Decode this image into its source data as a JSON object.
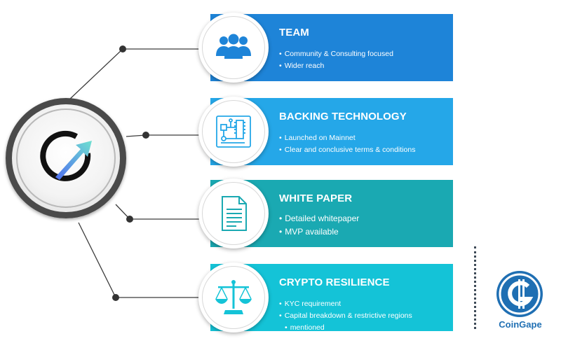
{
  "colors": {
    "team": "#1e84d8",
    "backing": "#25a7e8",
    "whitepaper": "#1aa9b2",
    "resilience": "#14c3d7",
    "connector": "#3c3c3c",
    "hub_border": "#4a4a4a",
    "brand": "#1f6fb3"
  },
  "cards": [
    {
      "title": "TEAM",
      "icon": "team-icon",
      "bullets": [
        "Community & Consulting focused",
        "Wider reach"
      ]
    },
    {
      "title": "BACKING TECHNOLOGY",
      "icon": "circuit-board-icon",
      "bullets": [
        "Launched on Mainnet",
        "Clear and conclusive terms & conditions"
      ]
    },
    {
      "title": "WHITE PAPER",
      "icon": "document-icon",
      "bullets": [
        "Detailed whitepaper",
        "MVP available"
      ]
    },
    {
      "title": "CRYPTO RESILIENCE",
      "icon": "balance-scale-icon",
      "bullets": [
        "KYC requirement",
        "Capital breakdown & restrictive regions",
        "mentioned"
      ]
    }
  ],
  "brand": {
    "name": "CoinGape",
    "icon": "coingape-logo-icon"
  },
  "hub": {
    "icon": "project-logo-icon"
  }
}
